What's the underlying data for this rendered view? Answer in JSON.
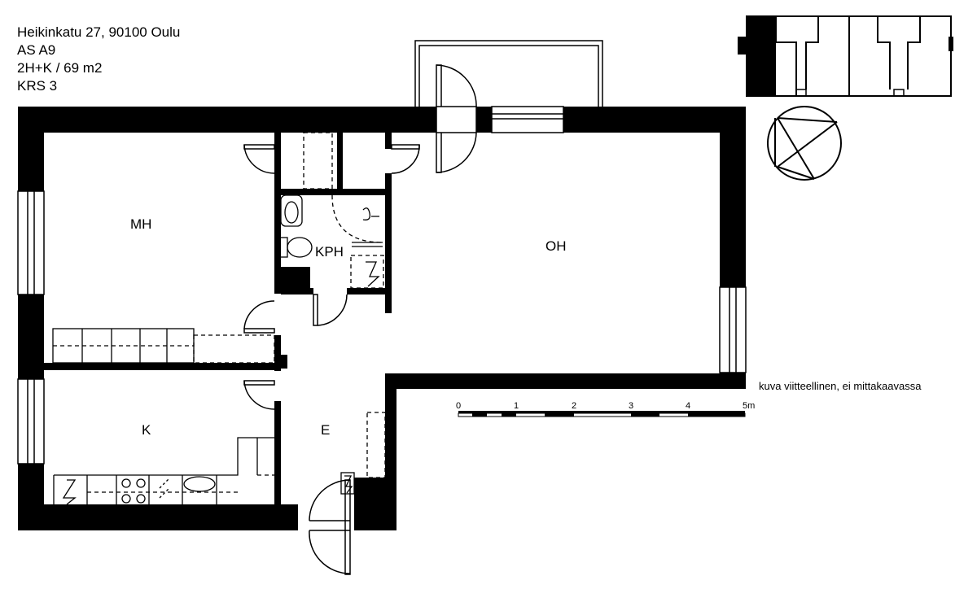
{
  "info": {
    "address": "Heikinkatu 27, 90100 Oulu",
    "apartment": "AS A9",
    "size": "2H+K / 69 m2",
    "floor": "KRS 3"
  },
  "rooms": {
    "mh": "MH",
    "kph": "KPH",
    "oh": "OH",
    "k": "K",
    "e": "E"
  },
  "note": "kuva viitteellinen, ei mittakaavassa",
  "scale_bar": {
    "labels": [
      "0",
      "1",
      "2",
      "3",
      "4",
      "5m"
    ]
  },
  "colors": {
    "wall": "#000000",
    "background": "#ffffff"
  }
}
